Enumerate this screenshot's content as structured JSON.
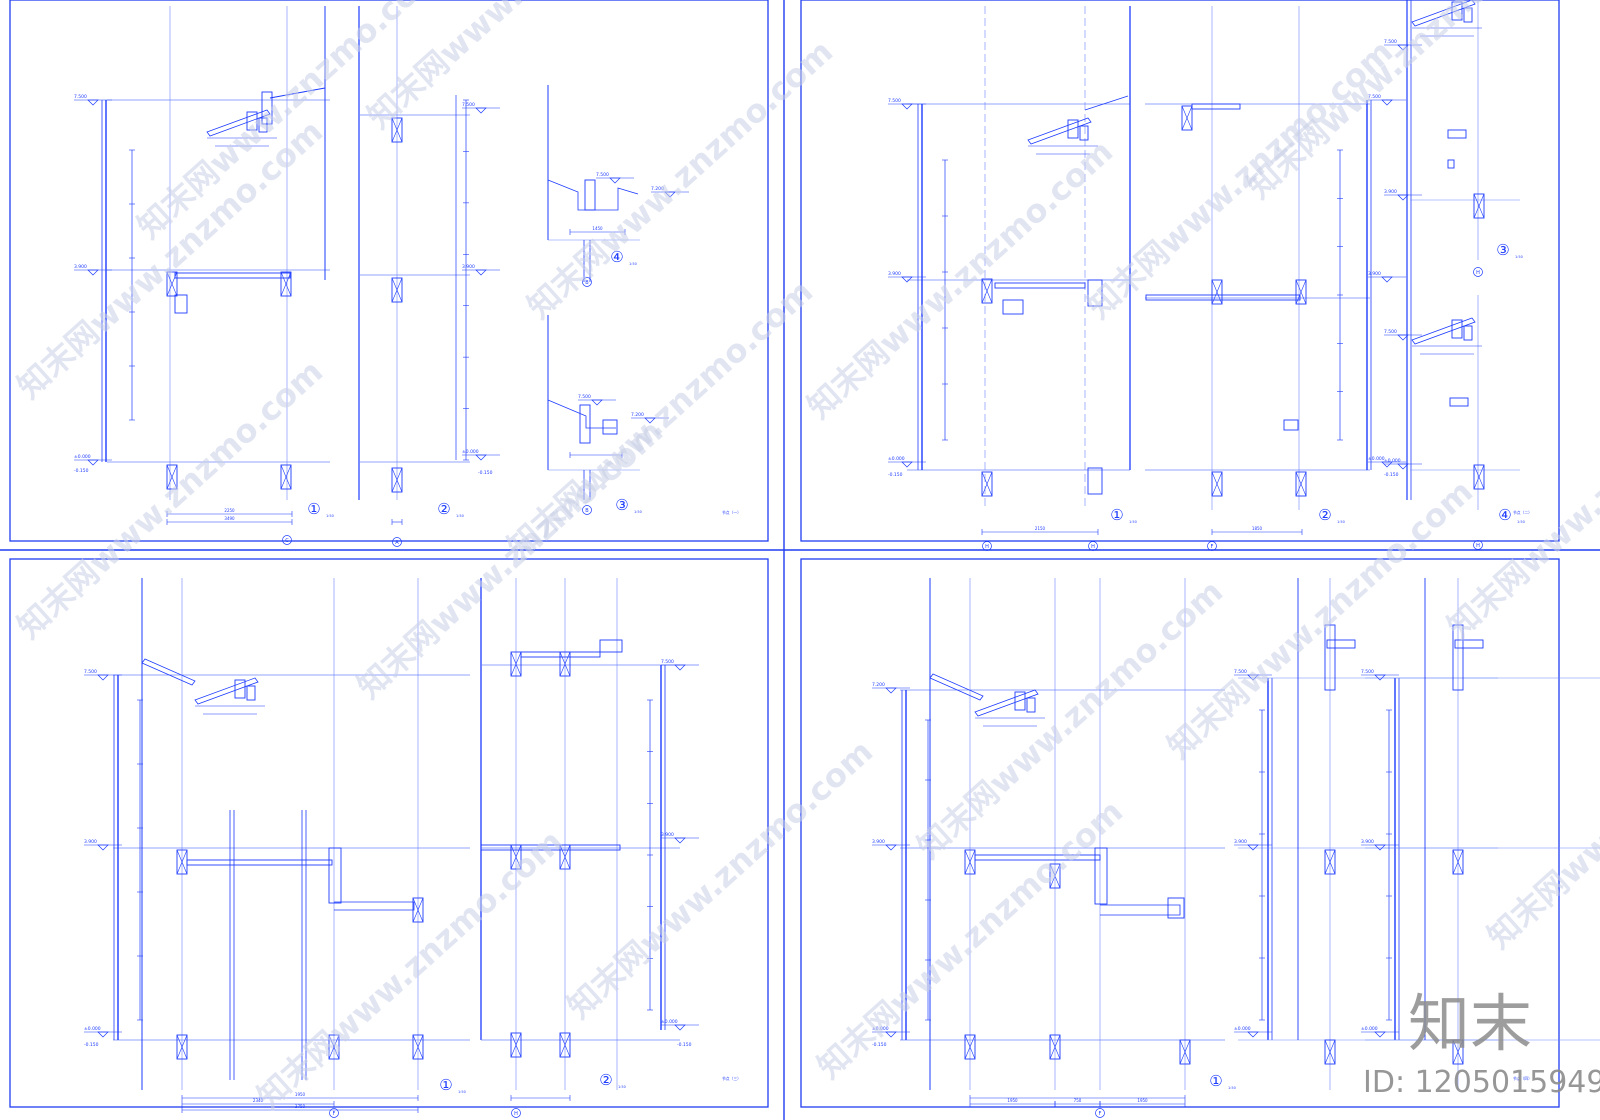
{
  "colors": {
    "line": "#1e3cff",
    "line_light": "#6f86ff",
    "frame": "#1f3df0",
    "watermark": "#c9d0e6",
    "brand": "#8c8c8c",
    "background": "#ffffff"
  },
  "sheets": [
    {
      "levels": [
        "7.500",
        "3.900",
        "±0.000",
        "-0.150"
      ],
      "details": [
        {
          "number": "①",
          "scale": "1:50"
        },
        {
          "number": "②",
          "scale": "1:50"
        },
        {
          "number": "③",
          "scale": "1:50"
        },
        {
          "number": "④",
          "scale": "1:50"
        }
      ],
      "axis_markers": [
        "C",
        "A",
        "B",
        "B"
      ],
      "dims": [
        "3490",
        "2250",
        "1450"
      ],
      "note": "节点（一）"
    },
    {
      "levels": [
        "7.500",
        "3.900",
        "±0.000",
        "-0.150"
      ],
      "details": [
        {
          "number": "①",
          "scale": "1:50"
        },
        {
          "number": "②",
          "scale": "1:50"
        },
        {
          "number": "③",
          "scale": "1:50"
        },
        {
          "number": "④",
          "scale": "1:50"
        }
      ],
      "axis_markers": [
        "H",
        "H",
        "F",
        "H"
      ],
      "dims": [
        "2150",
        "1850"
      ],
      "note": "节点（二）"
    },
    {
      "levels": [
        "7.500",
        "3.900",
        "±0.000",
        "-0.150"
      ],
      "details": [
        {
          "number": "①",
          "scale": "1:50"
        },
        {
          "number": "②",
          "scale": "1:50"
        }
      ],
      "axis_markers": [
        "F",
        "H"
      ],
      "dims": [
        "2340",
        "3750",
        "1950"
      ],
      "note": "节点（三）"
    },
    {
      "levels": [
        "7.200",
        "3.900",
        "±0.000",
        "-0.150"
      ],
      "details": [
        {
          "number": "①",
          "scale": "1:50"
        }
      ],
      "axis_markers": [
        "F"
      ],
      "dims": [
        "1950",
        "750",
        "1950"
      ],
      "note": "节点（四）"
    }
  ],
  "watermark": {
    "text": "知末网www.znzmo.com"
  },
  "brand": {
    "logo": "知末",
    "id_label": "ID: 1205015949"
  }
}
